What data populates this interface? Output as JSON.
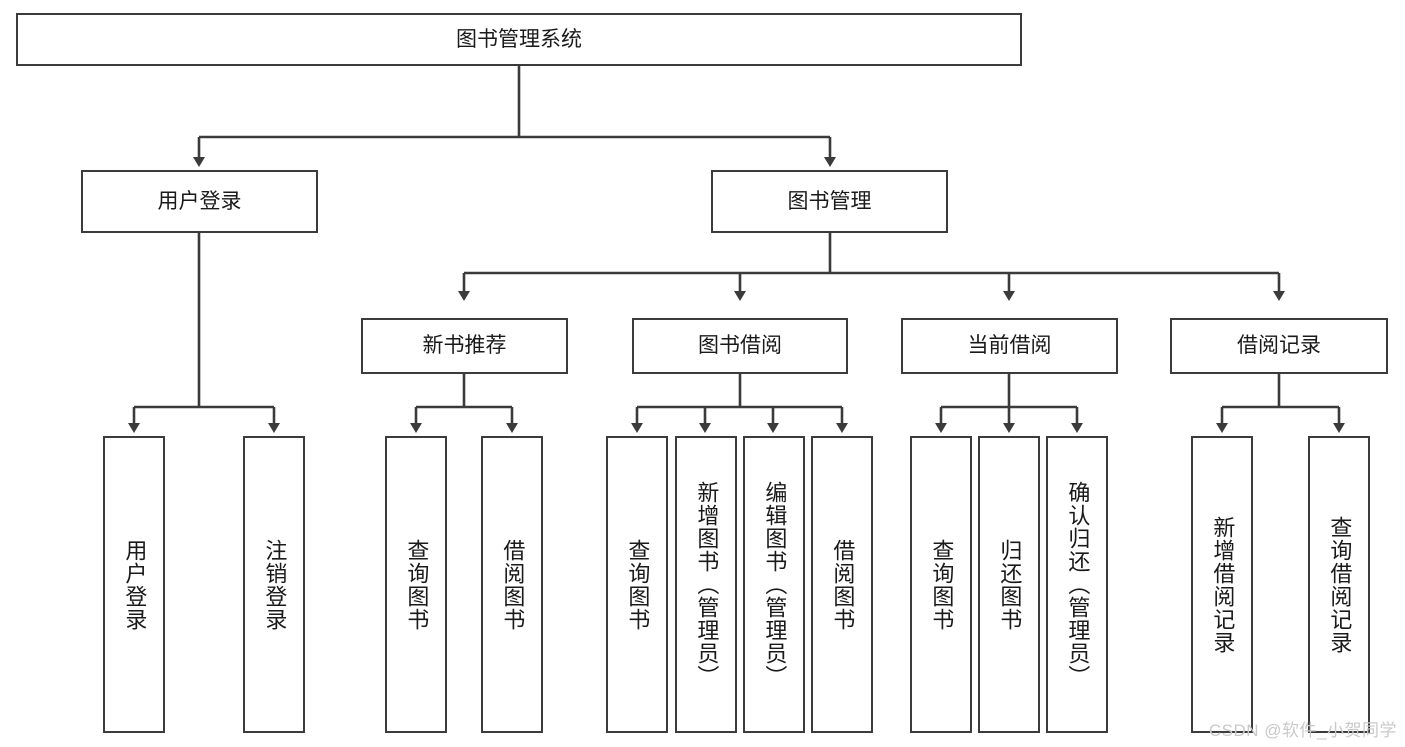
{
  "diagram": {
    "title": "图书管理系统",
    "watermark": "CSDN @软件_小贺同学",
    "line_color": "#3b3b3b",
    "box_fill": "#ffffff",
    "text_color": "#1a1a1a",
    "watermark_color": "#c9c9c9",
    "levels": {
      "level1": [
        {
          "label": "图书管理系统"
        }
      ],
      "level2": [
        {
          "label": "用户登录"
        },
        {
          "label": "图书管理"
        }
      ],
      "level3": [
        {
          "label": "新书推荐"
        },
        {
          "label": "图书借阅"
        },
        {
          "label": "当前借阅"
        },
        {
          "label": "借阅记录"
        }
      ],
      "leaves": [
        {
          "label": "用户登录",
          "parent": "用户登录"
        },
        {
          "label": "注销登录",
          "parent": "用户登录"
        },
        {
          "label": "查询图书",
          "parent": "新书推荐"
        },
        {
          "label": "借阅图书",
          "parent": "新书推荐"
        },
        {
          "label": "查询图书",
          "parent": "图书借阅"
        },
        {
          "label": "新增图书（管理员）",
          "parent": "图书借阅"
        },
        {
          "label": "编辑图书（管理员）",
          "parent": "图书借阅"
        },
        {
          "label": "借阅图书",
          "parent": "图书借阅"
        },
        {
          "label": "查询图书",
          "parent": "当前借阅"
        },
        {
          "label": "归还图书",
          "parent": "当前借阅"
        },
        {
          "label": "确认归还（管理员）",
          "parent": "当前借阅"
        },
        {
          "label": "新增借阅记录",
          "parent": "借阅记录"
        },
        {
          "label": "查询借阅记录",
          "parent": "借阅记录"
        }
      ]
    }
  }
}
